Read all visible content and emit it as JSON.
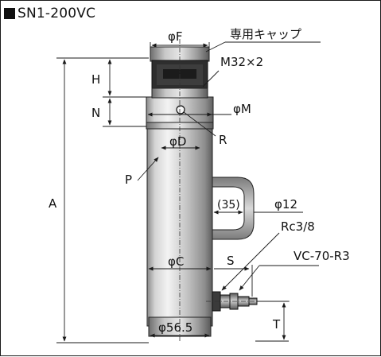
{
  "title": "SN1-200VC",
  "labels": {
    "phi_f": "φF",
    "cap": "専用キャップ",
    "thread": "M32×2",
    "h": "H",
    "n": "N",
    "phi_m": "φM",
    "phi_d": "φD",
    "r": "R",
    "p": "P",
    "a": "A",
    "handle_35": "(35)",
    "phi_12": "φ12",
    "rc": "Rc3/8",
    "phi_c": "φC",
    "s": "S",
    "vc": "VC-70-R3",
    "t": "T",
    "phi_565": "φ56.5"
  },
  "colors": {
    "body_light": "#dcdcdc",
    "body_mid": "#a9a9a9",
    "body_dark": "#555555",
    "line": "#1a1a1a"
  }
}
